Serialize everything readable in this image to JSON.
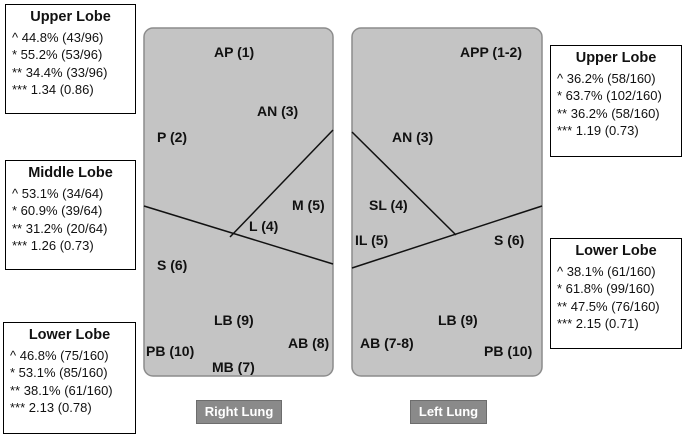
{
  "right_lung": {
    "label": "Right Lung",
    "segments": {
      "ap": "AP (1)",
      "an": "AN (3)",
      "p": "P (2)",
      "m": "M (5)",
      "l": "L (4)",
      "s": "S (6)",
      "lb": "LB (9)",
      "ab": "AB (8)",
      "pb": "PB (10)",
      "mb": "MB (7)"
    },
    "upper_lobe": {
      "title": "Upper Lobe",
      "lines": [
        "^ 44.8% (43/96)",
        "* 55.2% (53/96)",
        "** 34.4% (33/96)",
        "*** 1.34 (0.86)"
      ]
    },
    "middle_lobe": {
      "title": "Middle Lobe",
      "lines": [
        "^ 53.1% (34/64)",
        "* 60.9% (39/64)",
        "** 31.2% (20/64)",
        "*** 1.26 (0.73)"
      ]
    },
    "lower_lobe": {
      "title": "Lower Lobe",
      "lines": [
        "^ 46.8% (75/160)",
        "* 53.1% (85/160)",
        "** 38.1% (61/160)",
        "*** 2.13 (0.78)"
      ]
    }
  },
  "left_lung": {
    "label": "Left Lung",
    "segments": {
      "app": "APP (1-2)",
      "an": "AN (3)",
      "sl": "SL (4)",
      "il": "IL (5)",
      "s": "S (6)",
      "lb": "LB (9)",
      "ab": "AB (7-8)",
      "pb": "PB (10)"
    },
    "upper_lobe": {
      "title": "Upper Lobe",
      "lines": [
        "^ 36.2% (58/160)",
        "* 63.7% (102/160)",
        "** 36.2% (58/160)",
        "*** 1.19 (0.73)"
      ]
    },
    "lower_lobe": {
      "title": "Lower Lobe",
      "lines": [
        "^ 38.1% (61/160)",
        "* 61.8% (99/160)",
        "** 47.5% (76/160)",
        "*** 2.15 (0.71)"
      ]
    }
  },
  "colors": {
    "lung_fill": "#c4c4c4",
    "lung_stroke": "#8c8c8c",
    "label_bg": "#8a8a8a"
  }
}
